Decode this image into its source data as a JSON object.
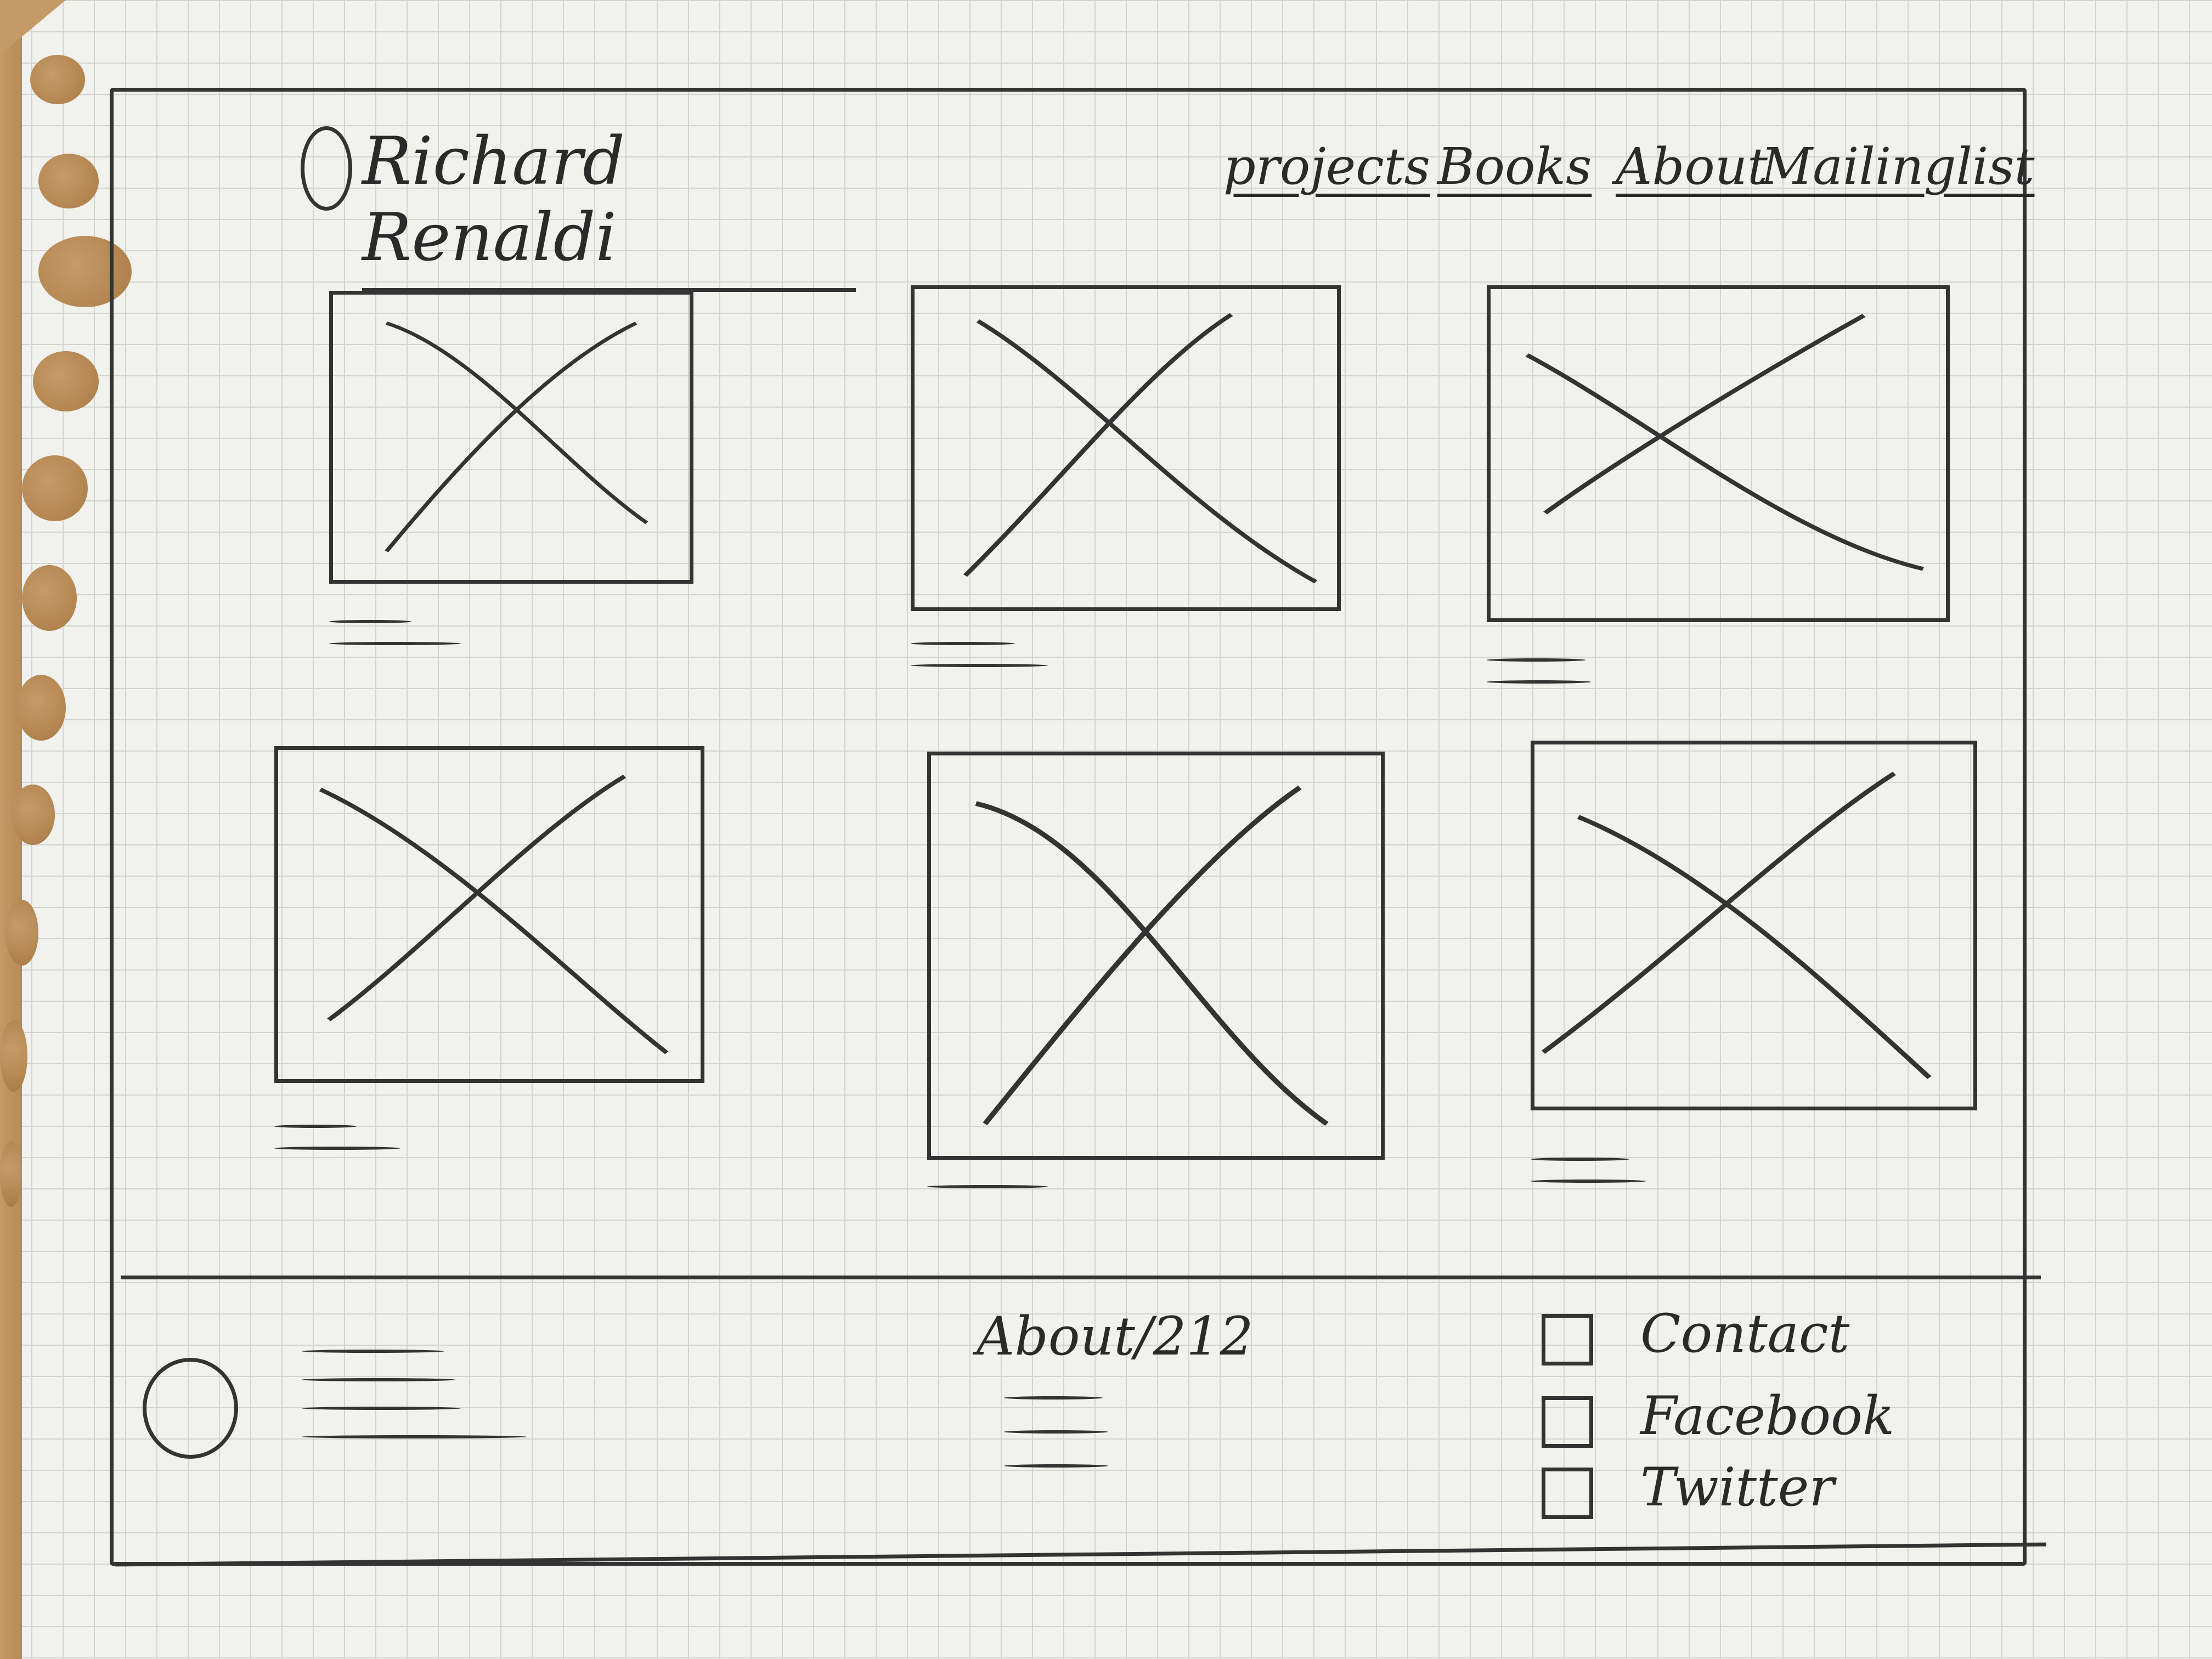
{
  "header": {
    "site_title": "Richard Renaldi",
    "nav": {
      "projects": "projects",
      "books": "Books",
      "about": "About",
      "mailinglist": "Mailinglist"
    }
  },
  "gallery": {
    "rows": 2,
    "columns": 3,
    "item_count": 6
  },
  "footer": {
    "about_heading": "About/212",
    "social": {
      "contact": "Contact",
      "facebook": "Facebook",
      "twitter": "Twitter"
    }
  },
  "icons": {
    "header_logo": "circle-icon",
    "footer_logo": "circle-icon",
    "contact": "envelope-icon",
    "facebook": "facebook-icon",
    "twitter": "twitter-icon"
  }
}
